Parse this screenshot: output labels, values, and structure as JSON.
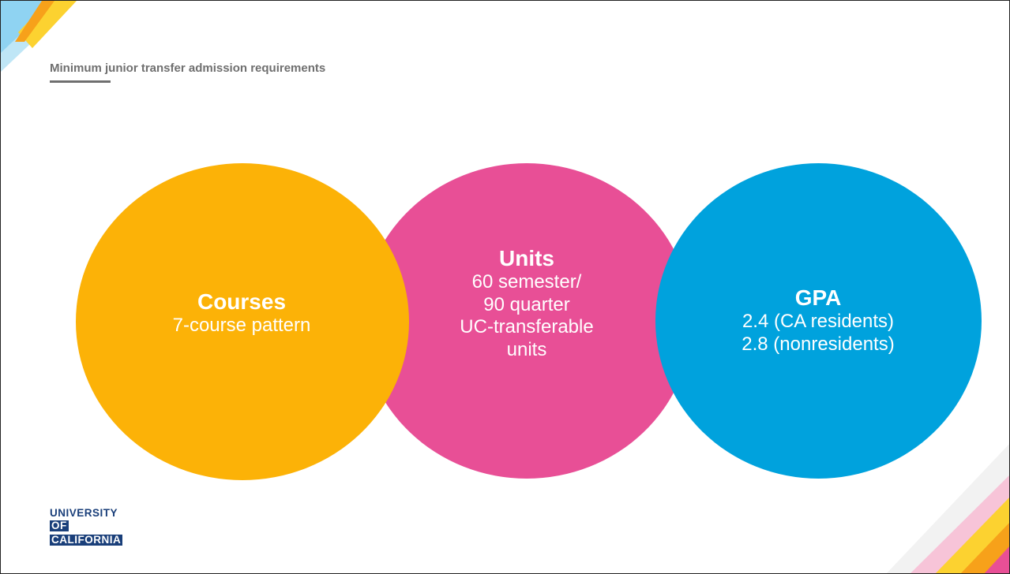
{
  "slide": {
    "title": "Minimum junior transfer admission requirements"
  },
  "circles": {
    "courses": {
      "heading": "Courses",
      "lines": [
        "7-course pattern"
      ],
      "color": "#fcb207"
    },
    "units": {
      "heading": "Units",
      "lines": [
        "60 semester/",
        "90 quarter",
        "UC-transferable",
        "units"
      ],
      "color": "#e84f96"
    },
    "gpa": {
      "heading": "GPA",
      "lines": [
        "2.4 (CA residents)",
        "2.8 (nonresidents)"
      ],
      "color": "#00a2dd"
    }
  },
  "logo": {
    "line1": "UNIVERSITY",
    "line2": "OF",
    "line3": "CALIFORNIA",
    "color": "#1a3f7a"
  },
  "accents": {
    "yellow": "#fcd230",
    "light_blue": "#8fd3f2",
    "orange": "#f7a11a",
    "pink": "#e84f96"
  }
}
